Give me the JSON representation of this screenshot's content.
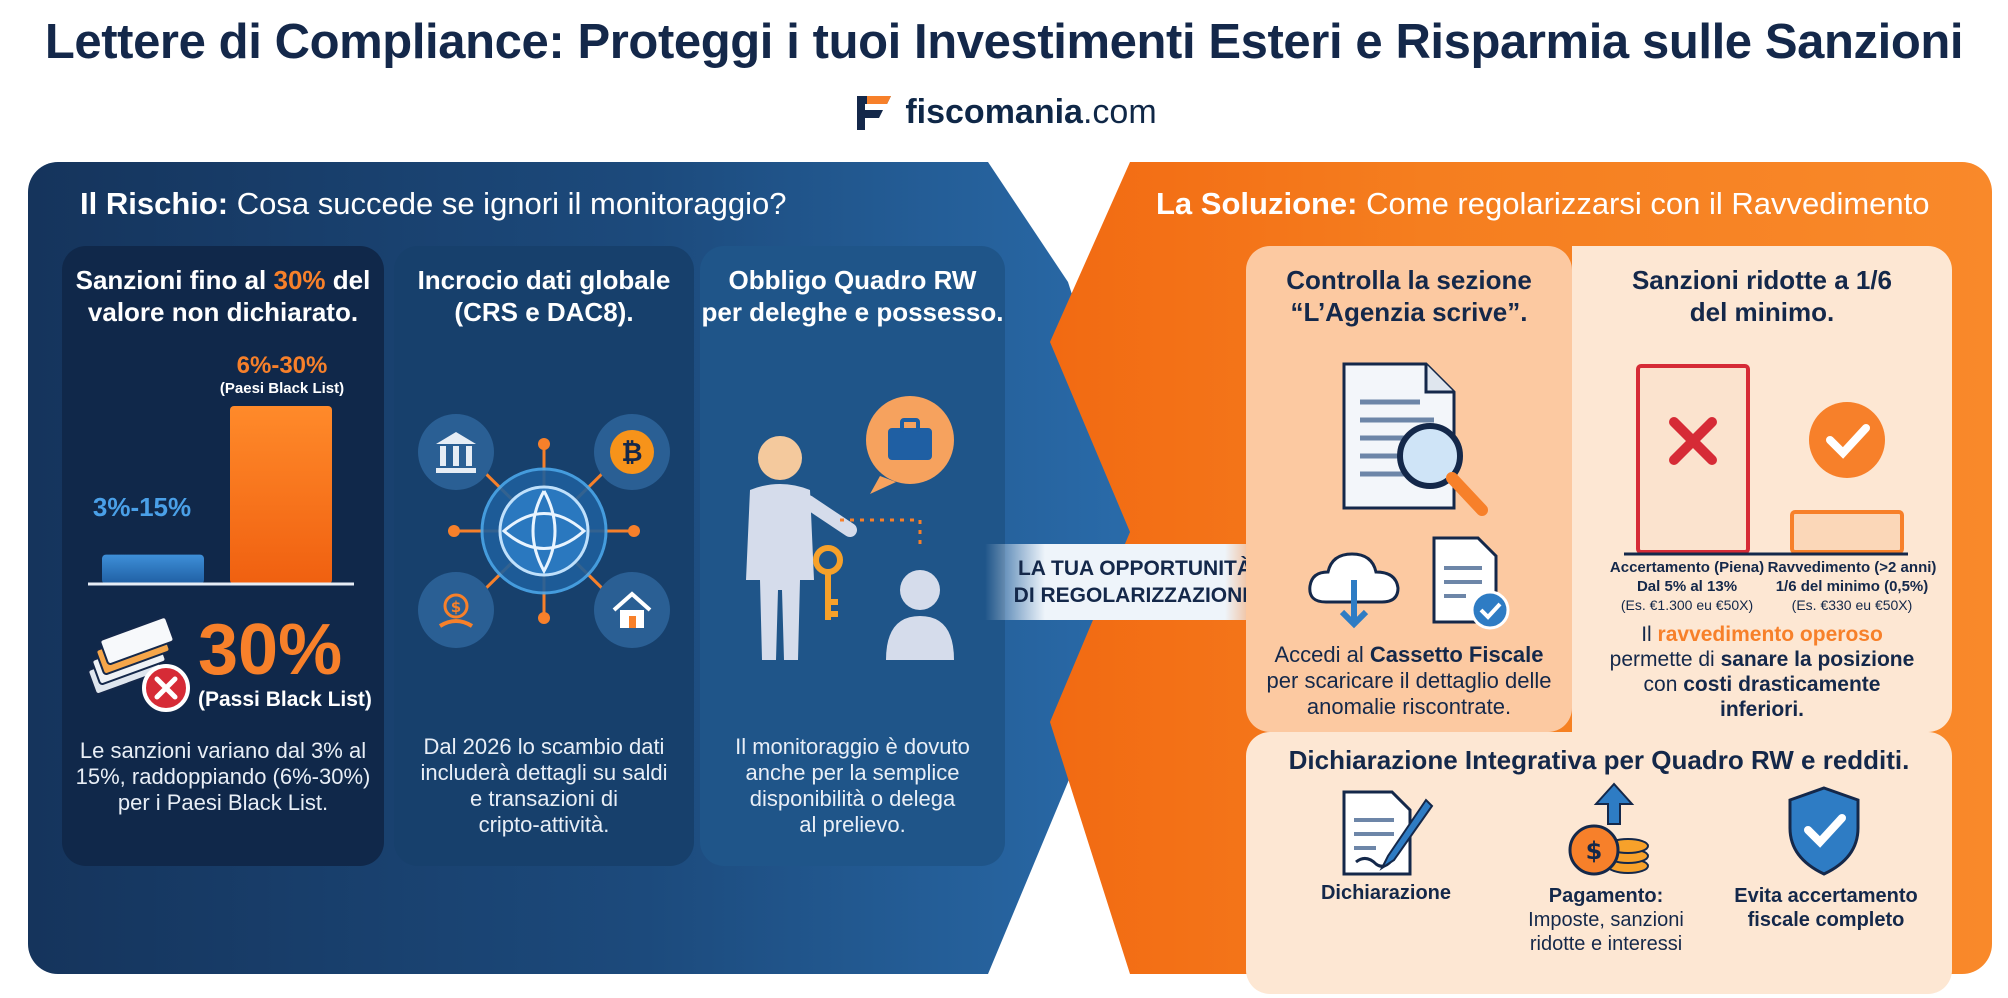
{
  "header": {
    "title": "Lettere di Compliance: Proteggi i tuoi Investimenti Esteri e Risparmia sulle Sanzioni",
    "brand_bold": "fiscomania",
    "brand_tld": ".com"
  },
  "left": {
    "head_bold": "Il Rischio:",
    "head_text": "Cosa succede se ignori il monitoraggio?",
    "card1": {
      "title_a": "Sanzioni fino al",
      "title_hl": "30%",
      "title_b": "del",
      "title_line2": "valore non dichiarato.",
      "bar_small_label": "3%-15%",
      "bar_big_label": "6%-30%",
      "bar_big_sub": "(Paesi Black List)",
      "bar_small_value": 15,
      "bar_big_value": 30,
      "big_pct": "30%",
      "big_pct_sub": "(Passi Black List)",
      "body": [
        "Le sanzioni variano dal 3% al",
        "15%, raddoppiando (6%-30%)",
        "per i Paesi Black List."
      ]
    },
    "card2": {
      "title": [
        "Incrocio dati globale",
        "(CRS e DAC8)."
      ],
      "body": [
        "Dal 2026 lo scambio dati",
        "includerà dettagli su saldi",
        "e transazioni di",
        "cripto-attività."
      ]
    },
    "card3": {
      "title": [
        "Obbligo Quadro RW",
        "per deleghe e possesso."
      ],
      "body": [
        "Il monitoraggio è dovuto",
        "anche per la semplice",
        "disponibilità o delega",
        "al prelievo."
      ]
    }
  },
  "center": {
    "label": [
      "LA TUA OPPORTUNITÀ",
      "DI REGOLARIZZAZIONE"
    ]
  },
  "right": {
    "head_bold": "La Soluzione:",
    "head_text": "Come regolarizzarsi con il Ravvedimento",
    "card1": {
      "title": [
        "Controlla la sezione",
        "“L’Agenzia scrive”."
      ],
      "body_a": "Accedi al",
      "body_bold": "Cassetto Fiscale",
      "body_rest": [
        "per scaricare il dettaglio delle",
        "anomalie riscontrate."
      ]
    },
    "card2": {
      "title": [
        "Sanzioni ridotte a 1/6",
        "del minimo."
      ],
      "left_caption": [
        "Accertamento (Piena)",
        "Dal 5% al 13%",
        "(Es. €1.300 eu €50X)"
      ],
      "right_caption": [
        "Ravvedimento (>2 anni)",
        "1/6 del minimo (0,5%)",
        "(Es. €330 eu €50X)"
      ],
      "body_il": "Il",
      "body_hl": "ravvedimento operoso",
      "body_line2_a": "permette di",
      "body_line2_b": "sanare la posizione",
      "body_line3_a": "con",
      "body_line3_b": "costi drasticamente",
      "body_line4": "inferiori."
    },
    "card3": {
      "title": "Dichiarazione Integrativa per Quadro RW e redditi.",
      "step1": [
        "Dichiarazione"
      ],
      "step2_bold": "Pagamento:",
      "step2": [
        "Imposte, sanzioni",
        "ridotte e interessi"
      ],
      "step3": [
        "Evita accertamento",
        "fiscale completo"
      ]
    }
  },
  "colors": {
    "orange": "#f7802a",
    "navy": "#14284a",
    "blue": "#2e7cc4",
    "red": "#d62b36"
  }
}
